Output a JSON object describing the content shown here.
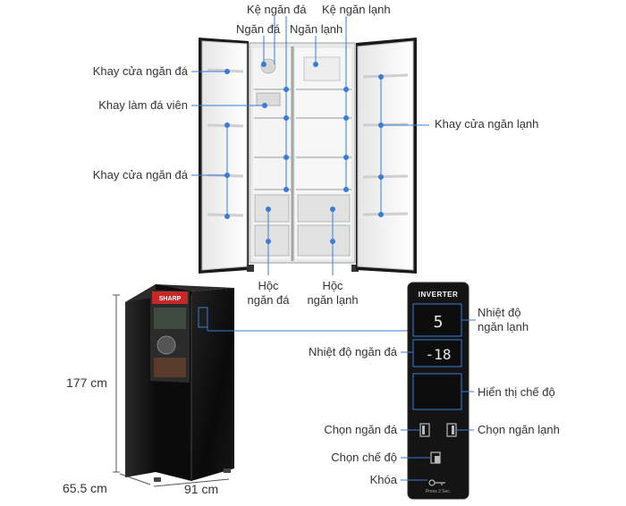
{
  "labels": {
    "ke_ngan_da": "Kệ ngăn đá",
    "ke_ngan_lanh": "Kệ ngăn lạnh",
    "ngan_da": "Ngăn đá",
    "ngan_lanh": "Ngăn lạnh",
    "khay_cua_ngan_da_top": "Khay cửa ngăn đá",
    "khay_lam_da_vien": "Khay làm đá viên",
    "khay_cua_ngan_da_bottom": "Khay cửa ngăn đá",
    "khay_cua_ngan_lanh": "Khay cửa ngăn lạnh",
    "hoc_ngan_da": "Hộc\nngăn đá",
    "hoc_ngan_lanh": "Hộc\nngăn lạnh",
    "nhiet_do_ngan_lanh": "Nhiệt độ\nngăn lạnh",
    "nhiet_do_ngan_da": "Nhiệt độ ngăn đá",
    "hien_thi_che_do": "Hiển thị chế độ",
    "chon_ngan_da": "Chọn ngăn đá",
    "chon_ngan_lanh": "Chọn ngăn lạnh",
    "chon_che_do": "Chọn chế độ",
    "khoa": "Khóa"
  },
  "dimensions": {
    "height": "177 cm",
    "depth": "65.5 cm",
    "width": "91 cm"
  },
  "panel": {
    "title": "INVERTER",
    "fridge_temp": "5",
    "freezer_temp": "-18",
    "press_hint": "Press 3 Sec."
  },
  "product": {
    "brand": "SHARP"
  },
  "colors": {
    "accent_line": "#3a7bd5",
    "panel_bg": "#141414",
    "fridge_body": "#111111"
  }
}
